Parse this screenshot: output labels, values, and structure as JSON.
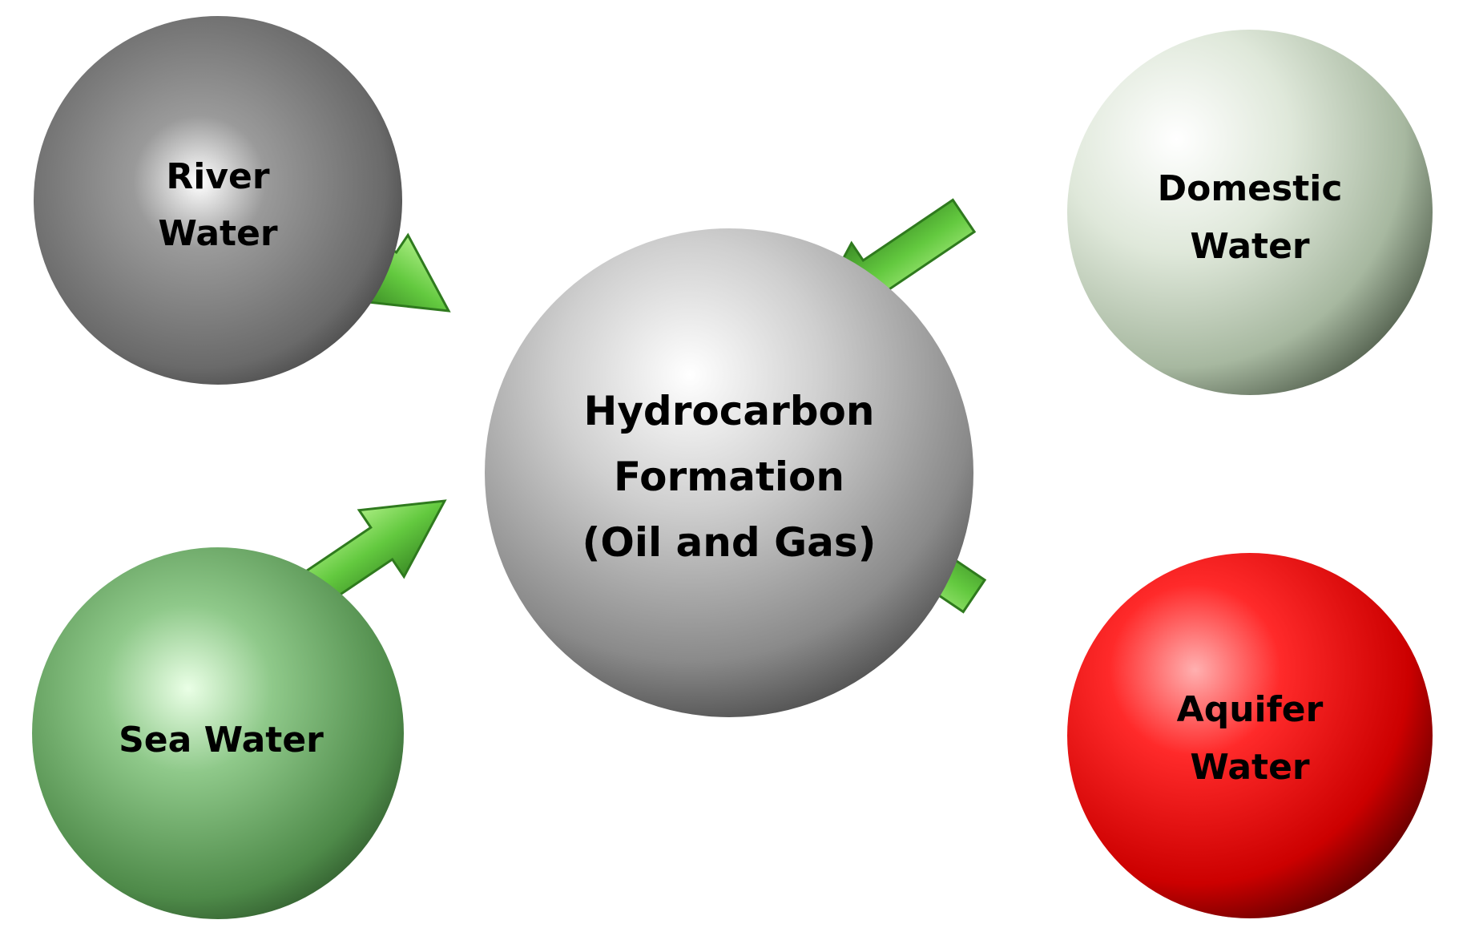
{
  "center": {
    "lines": [
      "Hydrocarbon",
      "Formation",
      "(Oil and Gas)"
    ]
  },
  "sources": [
    {
      "id": "river",
      "lines": [
        "River",
        "Water"
      ],
      "color": "#7a7a7a"
    },
    {
      "id": "domestic",
      "lines": [
        "Domestic",
        "Water"
      ],
      "color": "#b8c8b0"
    },
    {
      "id": "sea",
      "lines": [
        "Sea Water"
      ],
      "color": "#5f9a5a"
    },
    {
      "id": "aquifer",
      "lines": [
        "Aquifer",
        "Water"
      ],
      "color": "#e00000"
    }
  ],
  "arrow_color": "#63c93f",
  "arrow_edge_color": "#2f7a1e"
}
